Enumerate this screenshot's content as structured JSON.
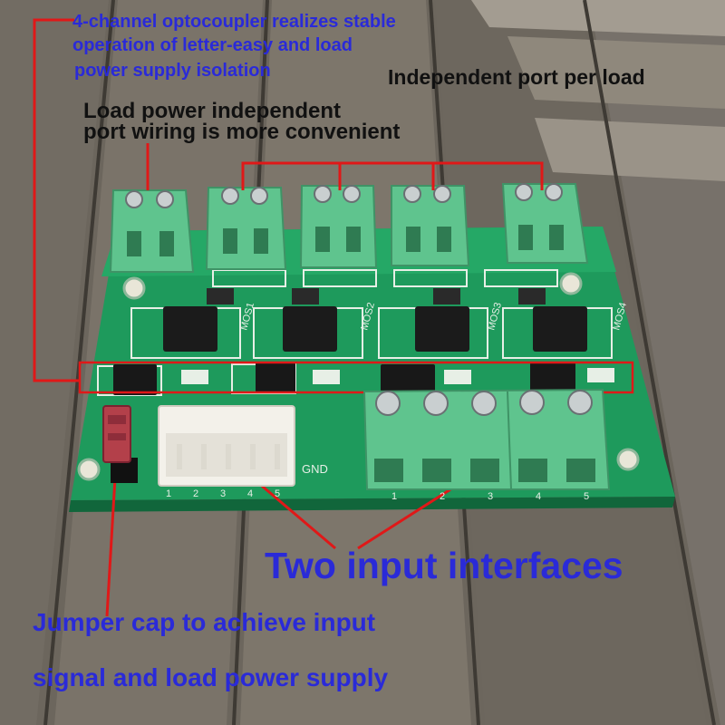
{
  "annotations": {
    "optocoupler_note": {
      "line1": "4-channel optocoupler realizes stable",
      "line2": "operation of letter-easy and load",
      "line3": "power supply isolation"
    },
    "independent_port": "Independent port per load",
    "load_power_note": {
      "line1": "Load power independent",
      "line2": "port wiring is more convenient"
    },
    "two_inputs": "Two input interfaces",
    "jumper_note": {
      "line1": "Jumper cap to achieve input",
      "line2": "signal and load power supply"
    }
  },
  "board": {
    "mos_labels": [
      "MOS1",
      "MOS2",
      "MOS3",
      "MOS4"
    ],
    "gnd_label": "GND",
    "header_pins": [
      "1",
      "2",
      "3",
      "4",
      "5"
    ],
    "terminal_pins": [
      "1",
      "2",
      "3",
      "4",
      "5"
    ]
  },
  "colors": {
    "pcb": "#1e9a5c",
    "terminal": "#5fc48e",
    "callout": "#e01818",
    "blue_text": "#2a2ad8",
    "wood": "#6f6a62"
  }
}
